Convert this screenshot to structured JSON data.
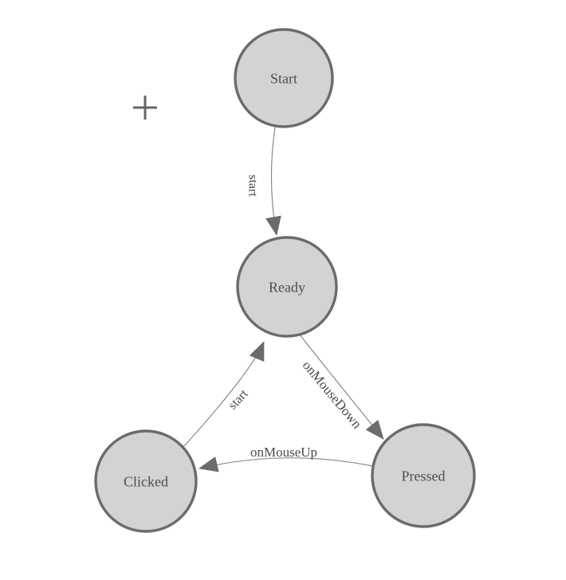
{
  "diagram": {
    "type": "state-machine",
    "nodes": [
      {
        "id": "start",
        "label": "Start"
      },
      {
        "id": "ready",
        "label": "Ready"
      },
      {
        "id": "clicked",
        "label": "Clicked"
      },
      {
        "id": "pressed",
        "label": "Pressed"
      }
    ],
    "edges": [
      {
        "id": "start-to-ready",
        "from": "Start",
        "to": "Ready",
        "label": "start"
      },
      {
        "id": "ready-to-pressed",
        "from": "Ready",
        "to": "Pressed",
        "label": "onMouseDown"
      },
      {
        "id": "pressed-to-clicked",
        "from": "Pressed",
        "to": "Clicked",
        "label": "onMouseUp"
      },
      {
        "id": "clicked-to-ready",
        "from": "Clicked",
        "to": "Ready",
        "label": "start"
      }
    ]
  },
  "colors": {
    "node_fill": "#d3d3d3",
    "node_border": "#6b6b6b",
    "edge_line": "#8a8a8a",
    "arrowhead": "#6b6b6b",
    "node_text": "#4d4d4d",
    "edge_text": "#4a4a4f",
    "crosshair": "#666666",
    "background": "#ffffff"
  }
}
